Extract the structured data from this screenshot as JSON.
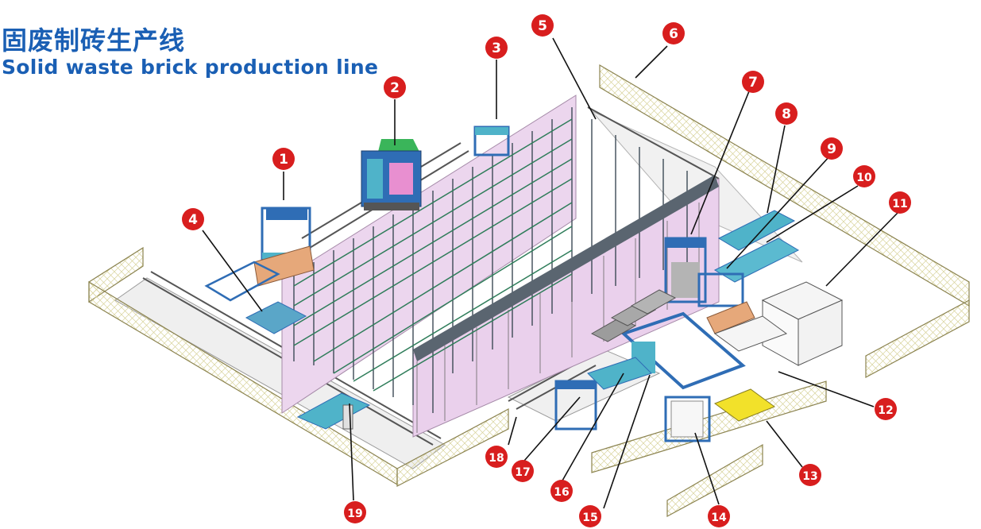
{
  "title": {
    "zh": "固废制砖生产线",
    "en": "Solid waste brick production line"
  },
  "colors": {
    "title": "#1a5fb4",
    "callout": "#d81e1e",
    "fence": "#c9c48a",
    "rack": "#3d4a56",
    "panel": "#e9d2ec",
    "machine_blue": "#2f6db5",
    "machine_cyan": "#4fb3c9",
    "tray_yellow": "#f2e12a",
    "floor": "#eeeeee"
  },
  "callouts": [
    {
      "label": "1"
    },
    {
      "label": "2"
    },
    {
      "label": "3"
    },
    {
      "label": "4"
    },
    {
      "label": "5"
    },
    {
      "label": "6"
    },
    {
      "label": "7"
    },
    {
      "label": "8"
    },
    {
      "label": "9"
    },
    {
      "label": "10"
    },
    {
      "label": "11"
    },
    {
      "label": "12"
    },
    {
      "label": "13"
    },
    {
      "label": "14"
    },
    {
      "label": "15"
    },
    {
      "label": "16"
    },
    {
      "label": "17"
    },
    {
      "label": "18"
    },
    {
      "label": "19"
    }
  ]
}
